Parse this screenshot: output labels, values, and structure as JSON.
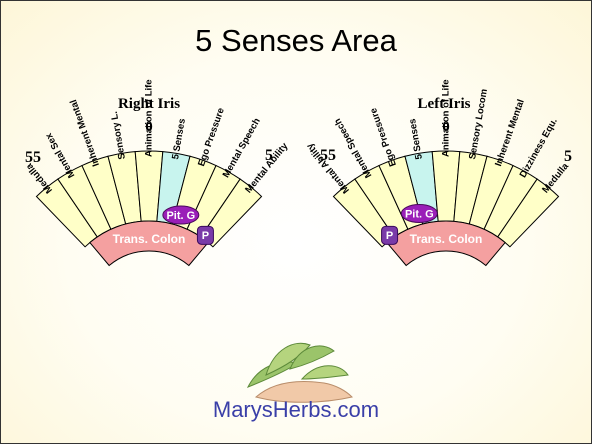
{
  "title": "5 Senses Area",
  "right_iris": {
    "title": "Right Iris",
    "top_number": "0",
    "left_number": "55",
    "right_number": "5",
    "segments": [
      "Medulla",
      "Mental Sex",
      "Inherent Mental",
      "Sensory L.",
      "Animation of Life",
      "5 Senses",
      "Ego Pressure",
      "Mental Speech",
      "Mental Ability"
    ],
    "pit_label": "Pit. G",
    "p_label": "P",
    "colon_label": "Trans. Colon"
  },
  "left_iris": {
    "title": "Left Iris",
    "top_number": "0",
    "left_number": "55",
    "right_number": "5",
    "segments": [
      "Mental Ability",
      "Mental Speech",
      "Ego Pressure",
      "5 Senses",
      "Animation of Life",
      "Sensory Locom",
      "Inherent Mental",
      "Dizziness Equ.",
      "Medulla"
    ],
    "pit_label": "Pit. G",
    "p_label": "P",
    "colon_label": "Trans. Colon"
  },
  "logo": {
    "text": "MarysHerbs.com",
    "icon": "herb-leaves-hand-icon"
  },
  "colors": {
    "segment_fill": "#ffffc8",
    "highlight_fill": "#c8f4ee",
    "colon_fill": "#f4a0a0",
    "pit_fill": "#9a1fb8",
    "logo_text": "#3a3fa8"
  }
}
